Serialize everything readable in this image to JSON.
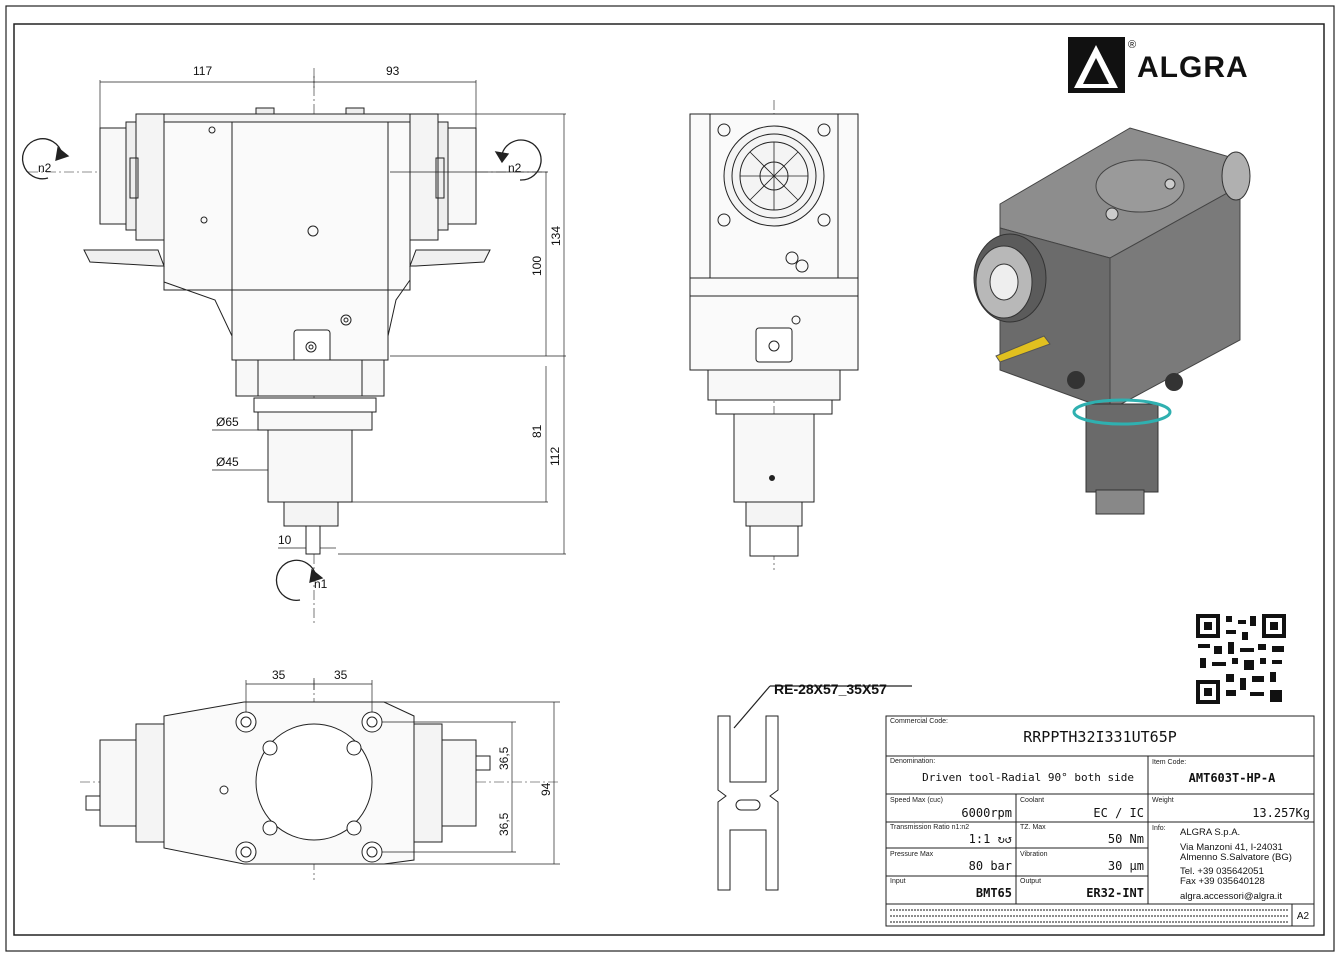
{
  "logo": {
    "brand": "ALGRA",
    "registered": "®"
  },
  "front_view": {
    "dims": {
      "left_width": "117",
      "right_width": "93",
      "h134": "134",
      "h100": "100",
      "h81": "81",
      "h112": "112",
      "d65": "Ø65",
      "d45": "Ø45",
      "key10": "10"
    },
    "rotations": {
      "left": "n2",
      "right": "n2",
      "bottom": "n1"
    }
  },
  "bottom_view": {
    "dims": {
      "a35": "35",
      "b35": "35",
      "v36a": "36,5",
      "v36b": "36,5",
      "h94": "94"
    }
  },
  "spline": {
    "label": "RE-28X57_35X57"
  },
  "title_block": {
    "commercial_code": {
      "label": "Commercial Code:",
      "value": "RRPPTH32I331UT65P"
    },
    "denomination": {
      "label": "Denomination:",
      "value": "Driven tool-Radial 90° both side"
    },
    "item_code": {
      "label": "Item Code:",
      "value": "AMT603T-HP-A"
    },
    "speed_max": {
      "label": "Speed Max (cuc)",
      "value": "6000rpm"
    },
    "coolant": {
      "label": "Coolant",
      "value": "EC / IC"
    },
    "weight": {
      "label": "Weight",
      "value": "13.257Kg"
    },
    "transmission": {
      "label": "Transmission Ratio n1:n2",
      "value": "1:1 ↻↺"
    },
    "torque": {
      "label": "TZ. Max",
      "value": "50 Nm"
    },
    "pressure": {
      "label": "Pressure Max",
      "value": "80 bar"
    },
    "vibration": {
      "label": "Vibration",
      "value": "30 µm"
    },
    "input": {
      "label": "Input",
      "value": "BMT65"
    },
    "output": {
      "label": "Output",
      "value": "ER32-INT"
    },
    "info": {
      "label": "Info:",
      "company": "ALGRA S.p.A.",
      "address1": "Via Manzoni 41, I-24031",
      "address2": "Almenno S.Salvatore (BG)",
      "tel": "Tel. +39 035642051",
      "fax": "Fax +39 035640128",
      "email": "algra.accessori@algra.it"
    },
    "sheet_size": "A2"
  }
}
